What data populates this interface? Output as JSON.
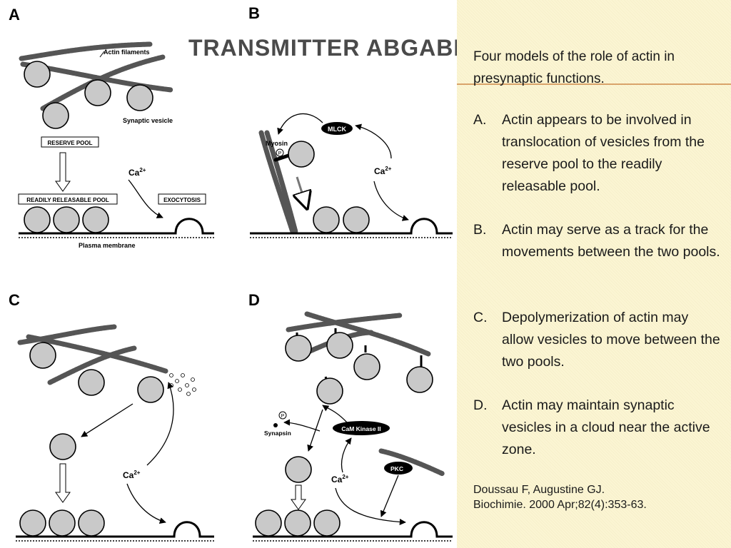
{
  "slide": {
    "title": "TRANSMITTER ABGABE II.",
    "colors": {
      "panel_bg": "#fbf5d3",
      "rule": "#d9a36a",
      "title": "#4a4a4a",
      "vesicle": "#c9c9c9"
    }
  },
  "figure": {
    "panels": {
      "a": {
        "letter": "A",
        "actin_label": "Actin filaments",
        "vesicle_label": "Synaptic vesicle",
        "reserve_box": "RESERVE POOL",
        "rrp_box": "READILY RELEASABLE POOL",
        "exo_box": "EXOCYTOSIS",
        "ca": "Ca",
        "ca_sup": "2+",
        "membrane_label": "Plasma membrane"
      },
      "b": {
        "letter": "B",
        "mlck": "MLCK",
        "myosin": "Myosin",
        "p": "P",
        "ca": "Ca",
        "ca_sup": "2+"
      },
      "c": {
        "letter": "C",
        "ca": "Ca",
        "ca_sup": "2+"
      },
      "d": {
        "letter": "D",
        "synapsin": "Synapsin",
        "p": "P",
        "camk": "CaM Kinase II",
        "pkc": "PKC",
        "ca": "Ca",
        "ca_sup": "2+"
      }
    }
  },
  "panel": {
    "heading": "Four models of the role of actin in presynaptic functions.",
    "items": [
      {
        "letter": "A.",
        "text": "Actin appears to be involved in translocation of vesicles from the reserve pool to the readily releasable pool."
      },
      {
        "letter": "B.",
        "text": "Actin may serve as a track for the movements between the two pools."
      },
      {
        "letter": "C.",
        "text": "Depolymerization of actin may allow vesicles to move between the two pools."
      },
      {
        "letter": "D.",
        "text": "Actin may maintain synaptic vesicles in a cloud near the active zone."
      }
    ],
    "citation": {
      "authors": "Doussau F, Augustine GJ.",
      "journal": "Biochimie. 2000 Apr;82(4):353-63."
    }
  }
}
